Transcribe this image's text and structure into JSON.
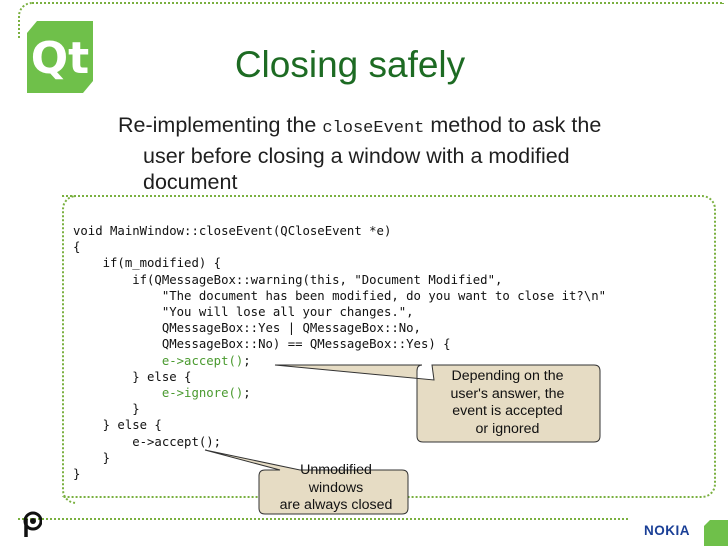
{
  "slide": {
    "title": "Closing safely",
    "bullet": {
      "prefix": "Re-implementing the ",
      "code_term": "closeEvent",
      "line1_suffix": " method to ask the",
      "line2": "user before closing a window with a modified",
      "line3": "document"
    }
  },
  "code": {
    "lines": [
      "void MainWindow::closeEvent(QCloseEvent *e)",
      "{",
      "    if(m_modified) {",
      "        if(QMessageBox::warning(this, \"Document Modified\",",
      "            \"The document has been modified, do you want to close it?\\n\"",
      "            \"You will lose all your changes.\",",
      "            QMessageBox::Yes | QMessageBox::No,",
      "            QMessageBox::No) == QMessageBox::Yes) {",
      "            e->accept();",
      "        } else {",
      "            e->ignore();",
      "        }",
      "    } else {",
      "        e->accept();",
      "    }",
      "}"
    ],
    "highlighted_lines": [
      8,
      10
    ]
  },
  "callouts": {
    "event_answer": [
      "Depending on the",
      "user's answer, the",
      "event is accepted",
      "or ignored"
    ],
    "unmodified": [
      "Unmodified",
      "windows",
      "are always closed"
    ]
  },
  "footer": {
    "brand": "NOKIA"
  },
  "colors": {
    "title": "#1d6b23",
    "accent_green": "#7ab040",
    "callout_fill": "#e6dcc4",
    "code_highlight": "#4a9a2f",
    "nokia_blue": "#1a3f96"
  }
}
